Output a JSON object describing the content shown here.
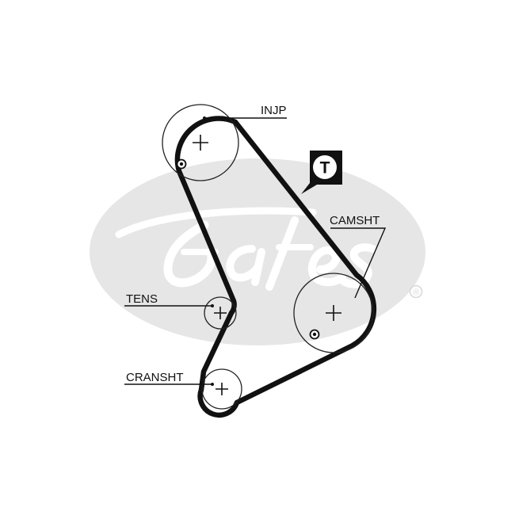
{
  "labels": {
    "injp": "INJP",
    "camsht": "CAMSHT",
    "tens": "TENS",
    "cransht": "CRANSHT"
  },
  "badge": {
    "letter": "T"
  },
  "watermark": {
    "text": "Gates",
    "registered": "®",
    "color": "#e6e6e6"
  },
  "colors": {
    "belt": "#111111",
    "watermark": "#e6e6e6"
  }
}
